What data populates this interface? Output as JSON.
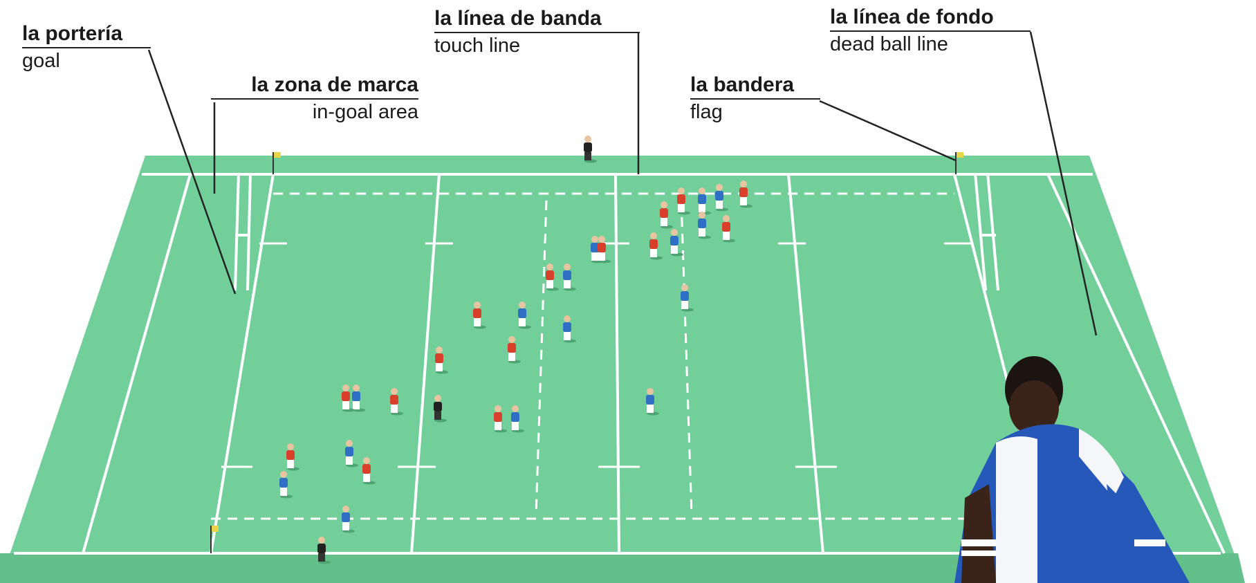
{
  "labels": {
    "goal": {
      "es": "la portería",
      "en": "goal"
    },
    "in_goal": {
      "es": "la zona de marca",
      "en": "in-goal area"
    },
    "touch_line": {
      "es": "la línea de banda",
      "en": "touch line"
    },
    "flag": {
      "es": "la bandera",
      "en": "flag"
    },
    "dead_ball": {
      "es": "la línea de fondo",
      "en": "dead ball line"
    }
  },
  "colors": {
    "pitch": "#6fcf97",
    "pitch_shade": "#5fbf87",
    "line": "#ffffff",
    "team_red": "#d9402b",
    "team_blue": "#2f6fc4",
    "referee": "#222222"
  }
}
